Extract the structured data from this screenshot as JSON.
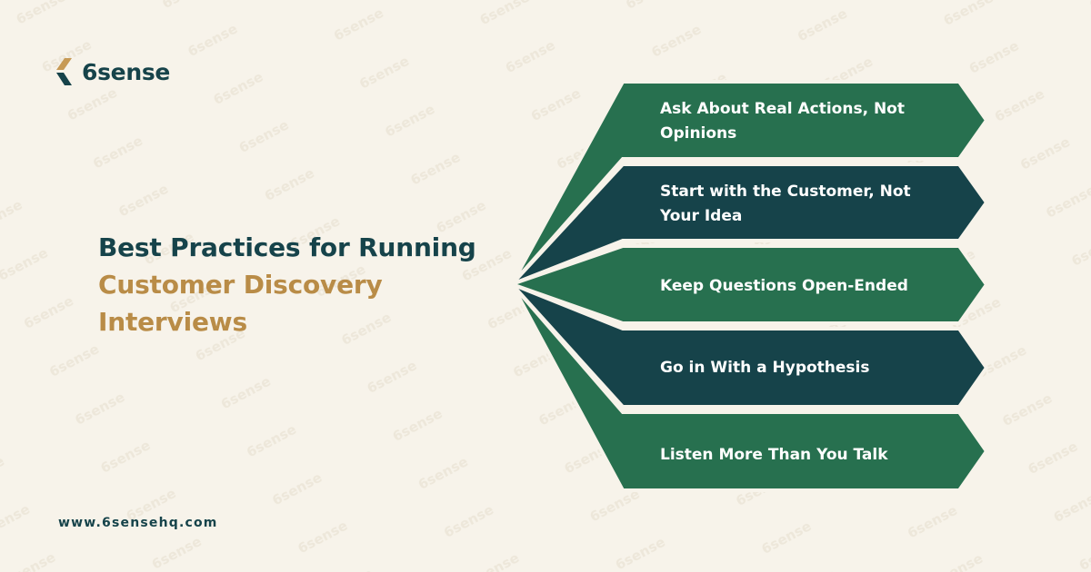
{
  "brand": {
    "name": "6sense",
    "logo_icon": "6sense-chevron-logo-icon",
    "website": "www.6sensehq.com"
  },
  "heading": {
    "line1": "Best Practices for Running",
    "line2": "Customer Discovery",
    "line3": "Interviews"
  },
  "steps": [
    {
      "label": "Ask About Real Actions, Not Opinions",
      "color": "#27704f"
    },
    {
      "label": "Start with the Customer, Not Your Idea",
      "color": "#16434a"
    },
    {
      "label": "Keep Questions Open-Ended",
      "color": "#27704f"
    },
    {
      "label": "Go in With a Hypothesis",
      "color": "#16434a"
    },
    {
      "label": "Listen More Than You Talk",
      "color": "#27704f"
    }
  ],
  "colors": {
    "background": "#f7f3ea",
    "dark_teal": "#16434a",
    "green": "#27704f",
    "gold": "#b98c47"
  }
}
